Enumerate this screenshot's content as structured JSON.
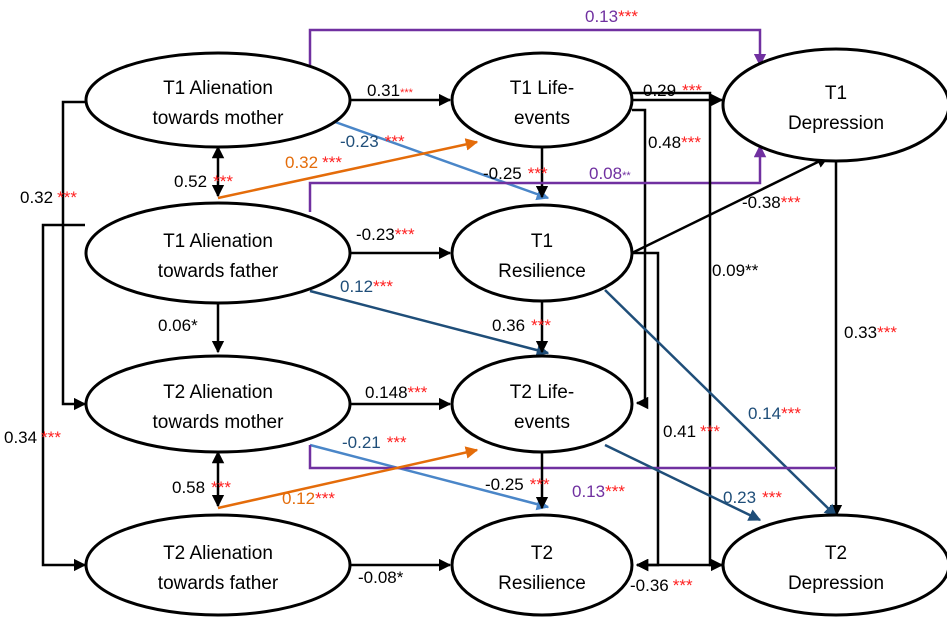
{
  "colors": {
    "black": "#000000",
    "red": "#ff2020",
    "purple": "#7030a0",
    "orange": "#e46c0a",
    "darkblue": "#1f4e79",
    "lightblue": "#4a86c8"
  },
  "nodes": {
    "t1_alien_mother": [
      "T1 Alienation",
      "towards mother"
    ],
    "t1_alien_father": [
      "T1 Alienation",
      "towards father"
    ],
    "t2_alien_mother": [
      "T2 Alienation",
      "towards mother"
    ],
    "t2_alien_father": [
      "T2 Alienation",
      "towards father"
    ],
    "t1_life_events": [
      "T1 Life-",
      "events"
    ],
    "t1_resilience": [
      "T1",
      "Resilience"
    ],
    "t2_life_events": [
      "T2 Life-",
      "events"
    ],
    "t2_resilience": [
      "T2",
      "Resilience"
    ],
    "t1_depression": [
      "T1",
      "Depression"
    ],
    "t2_depression": [
      "T2",
      "Depression"
    ]
  },
  "paths": {
    "p_013_top": {
      "coef": "0.13",
      "sig": "***"
    },
    "p_031": {
      "coef": "0.31",
      "sig": "***"
    },
    "p_029": {
      "coef": "0.29",
      "sig": "***"
    },
    "p_048": {
      "coef": "0.48",
      "sig": "***"
    },
    "p_m023": {
      "coef": "-0.23",
      "sig": "***"
    },
    "p_032_orange": {
      "coef": "0.32",
      "sig": "***"
    },
    "p_052": {
      "coef": "0.52",
      "sig": "***"
    },
    "p_m025_t1": {
      "coef": "-0.25",
      "sig": "***"
    },
    "p_008": {
      "coef": "0.08",
      "sig": "**"
    },
    "p_032_left": {
      "coef": "0.32",
      "sig": "***"
    },
    "p_m023_black": {
      "coef": "-0.23",
      "sig": "***"
    },
    "p_m038": {
      "coef": "-0.38",
      "sig": "***"
    },
    "p_009": {
      "coef": "0.09",
      "sig": "**"
    },
    "p_012_blue": {
      "coef": "0.12",
      "sig": "***"
    },
    "p_006": {
      "coef": "0.06",
      "sig": "*"
    },
    "p_036": {
      "coef": "0.36",
      "sig": "***"
    },
    "p_033": {
      "coef": "0.33",
      "sig": "***"
    },
    "p_0148": {
      "coef": "0.148",
      "sig": "***"
    },
    "p_014_blue": {
      "coef": "0.14",
      "sig": "***"
    },
    "p_034": {
      "coef": "0.34",
      "sig": "***"
    },
    "p_m021": {
      "coef": "-0.21",
      "sig": "***"
    },
    "p_041": {
      "coef": "0.41",
      "sig": "***"
    },
    "p_058": {
      "coef": "0.58",
      "sig": "***"
    },
    "p_m025_t2": {
      "coef": "-0.25",
      "sig": "***"
    },
    "p_013_purple": {
      "coef": "0.13",
      "sig": "***"
    },
    "p_012_orange": {
      "coef": "0.12",
      "sig": "***"
    },
    "p_023_blue": {
      "coef": "0.23",
      "sig": "***"
    },
    "p_m008": {
      "coef": "-0.08",
      "sig": "*"
    },
    "p_m036": {
      "coef": "-0.36",
      "sig": "***"
    }
  }
}
